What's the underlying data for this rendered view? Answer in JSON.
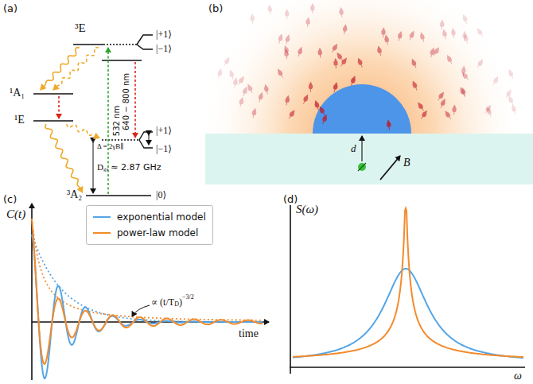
{
  "diagram": {
    "labels": [
      "(a)",
      "³E",
      "|+1⟩",
      "|−1⟩",
      "532 nm",
      "640 − 800 nm",
      "¹A₁",
      "¹E",
      "|+1⟩",
      "|−1⟩",
      "Δ = 2γB∥",
      "D",
      "gs",
      "≈ 2.87 GHz",
      "³A₂",
      "|0⟩",
      "(b)",
      "d",
      "B",
      "(c)",
      "C(t)",
      "∝ (t/T",
      "D",
      ")",
      "−3/2",
      "time",
      "(d)",
      "S(ω)",
      "ω"
    ],
    "legend": [
      {
        "text": "exponential model"
      },
      {
        "text": "power-law model"
      }
    ]
  }
}
